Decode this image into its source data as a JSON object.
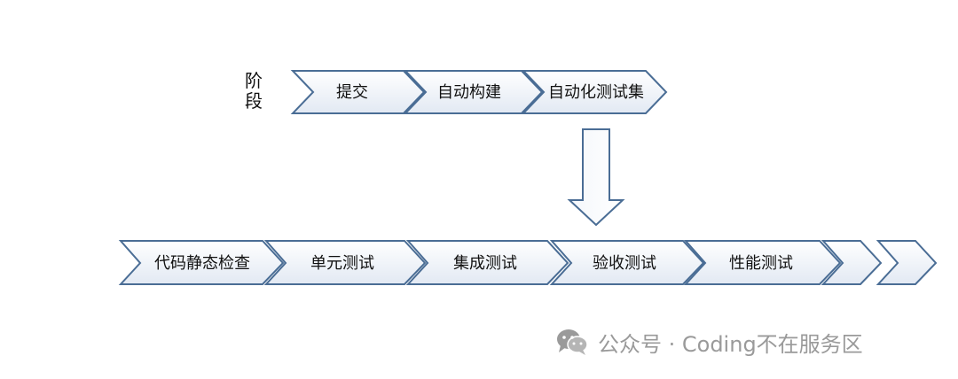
{
  "stage_label": [
    "阶",
    "段"
  ],
  "top_flow": [
    "提交",
    "自动构建",
    "自动化测试集"
  ],
  "bottom_flow": [
    "代码静态检查",
    "单元测试",
    "集成测试",
    "验收测试",
    "性能测试",
    "",
    ""
  ],
  "watermark": {
    "icon": "wechat-icon",
    "text": "公众号 · Coding不在服务区"
  },
  "colors": {
    "stroke": "#4a6d95",
    "fill_top": "#ffffff",
    "fill_bottom": "#e2e9f3"
  }
}
